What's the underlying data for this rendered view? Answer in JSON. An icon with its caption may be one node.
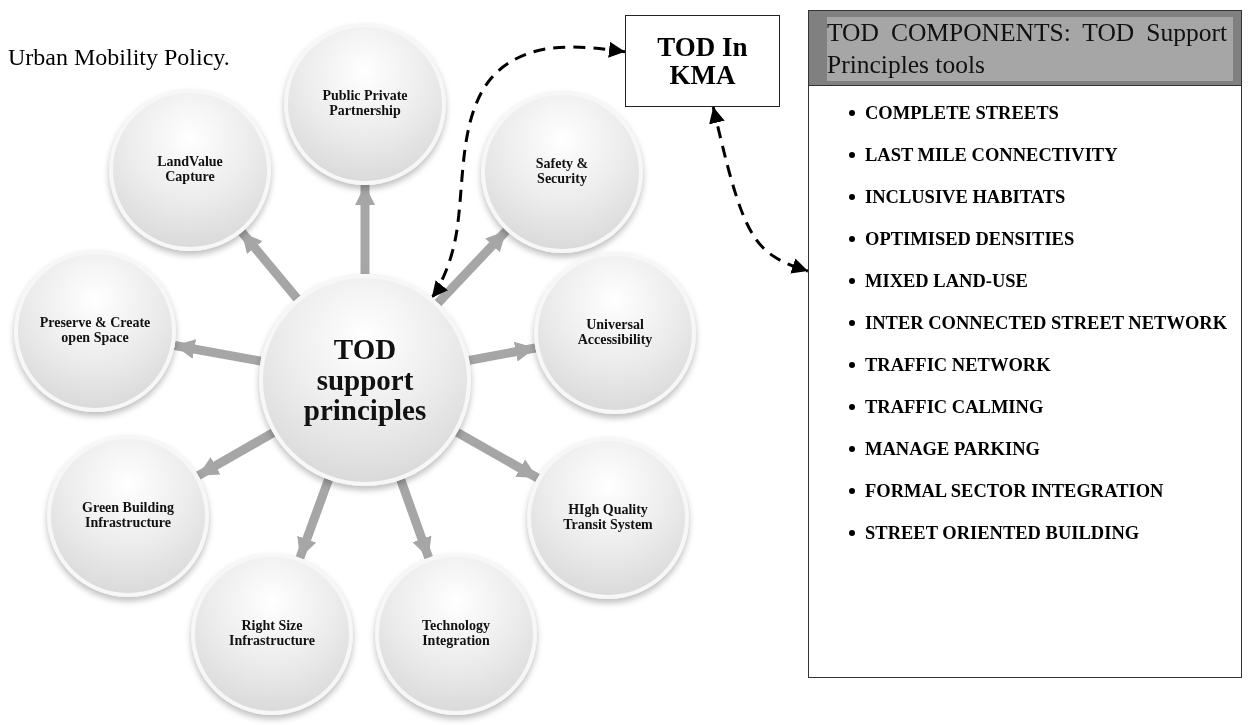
{
  "diagram": {
    "nodes": [
      {
        "text": [
          "TOD support principles"
        ]
      },
      {
        "text": [
          "Public Private Partnership"
        ]
      },
      {
        "text": [
          "Safety & Security"
        ]
      },
      {
        "text": [
          "Universal Accessibility"
        ]
      },
      {
        "text": [
          "HIgh Quality Transit System"
        ]
      },
      {
        "text": [
          "Technology Integration"
        ]
      },
      {
        "text": [
          "Right Size Infrastructure"
        ]
      },
      {
        "text": [
          "Green Building Infrastructure"
        ]
      },
      {
        "text": [
          "Preserve & Create open Space"
        ]
      },
      {
        "text": [
          "LandValue Capture"
        ]
      },
      {
        "text": [
          "TOD In KMA"
        ]
      },
      {
        "text": [
          "TOD COMPONENTS: TOD Support Principles tools",
          "COMPLETE STREETS",
          "LAST MILE CONNECTIVITY",
          "INCLUSIVE HABITATS",
          "OPTIMISED DENSITIES",
          "MIXED LAND-USE",
          "INTER CONNECTED STREET NETWORK",
          "TRAFFIC NETWORK",
          "TRAFFIC CALMING",
          "MANAGE PARKING",
          "FORMAL SECTOR INTEGRATION",
          "STREET ORIENTED BUILDING"
        ]
      }
    ],
    "edges": [
      {
        "from": 0,
        "to": 1,
        "arrow": "to"
      },
      {
        "from": 0,
        "to": 2,
        "arrow": "to"
      },
      {
        "from": 0,
        "to": 3,
        "arrow": "to"
      },
      {
        "from": 0,
        "to": 4,
        "arrow": "to"
      },
      {
        "from": 0,
        "to": 5,
        "arrow": "to"
      },
      {
        "from": 0,
        "to": 6,
        "arrow": "to"
      },
      {
        "from": 0,
        "to": 7,
        "arrow": "to"
      },
      {
        "from": 0,
        "to": 8,
        "arrow": "to"
      },
      {
        "from": 0,
        "to": 9,
        "arrow": "to"
      },
      {
        "from": 10,
        "to": 0,
        "arrow": "both",
        "style": "dashed",
        "color": "#000000"
      },
      {
        "from": 10,
        "to": 11,
        "arrow": "both",
        "style": "dashed",
        "color": "#000000"
      }
    ],
    "labels": [
      "Urban Mobility Policy."
    ]
  }
}
